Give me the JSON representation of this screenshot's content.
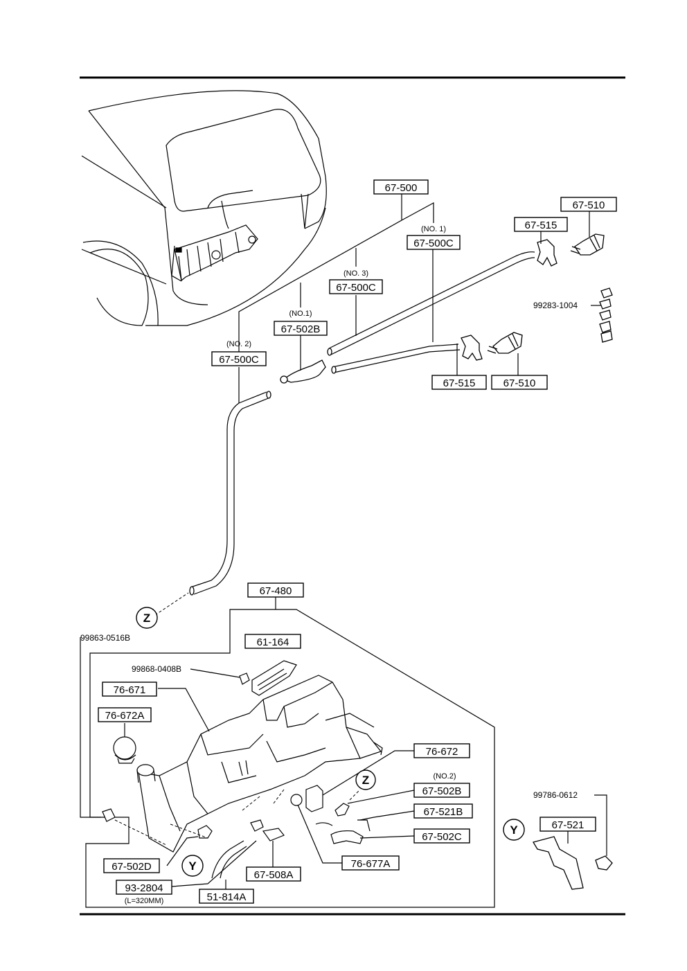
{
  "parts": {
    "p67_500": "67-500",
    "p67_500c_no1": "67-500C",
    "p67_500c_no3": "67-500C",
    "p67_500c_no2": "67-500C",
    "p67_502b_no1": "67-502B",
    "p67_515_top": "67-515",
    "p67_510_top": "67-510",
    "p67_515_bot": "67-515",
    "p67_510_bot": "67-510",
    "p67_480": "67-480",
    "p61_164": "61-164",
    "p76_671": "76-671",
    "p76_672a": "76-672A",
    "p76_672": "76-672",
    "p67_502b_no2": "67-502B",
    "p67_521b": "67-521B",
    "p67_502c": "67-502C",
    "p76_677a": "76-677A",
    "p67_508a": "67-508A",
    "p67_502d": "67-502D",
    "p93_2804": "93-2804",
    "p51_814a": "51-814A",
    "p67_521": "67-521"
  },
  "qualifiers": {
    "no1_a": "(NO. 1)",
    "no3": "(NO. 3)",
    "no1_b": "(NO.1)",
    "no2_a": "(NO. 2)",
    "no2_b": "(NO.2)",
    "length": "(L=320MM)"
  },
  "hardware": {
    "h99283_1004": "99283-1004",
    "h99863_0516b": "99863-0516B",
    "h99868_0408b": "99868-0408B",
    "h99786_0612": "99786-0612"
  },
  "markers": {
    "z": "Z",
    "y": "Y"
  }
}
